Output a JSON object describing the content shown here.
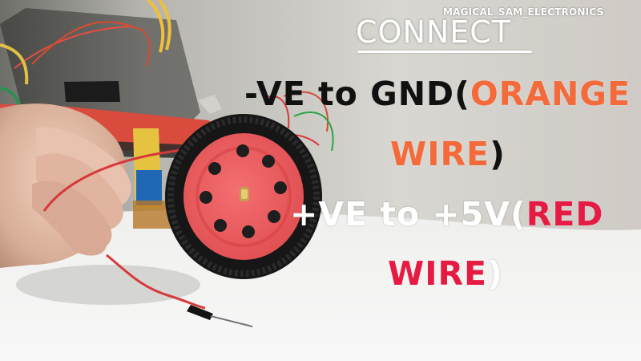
{
  "watermark": "MAGICAL_SAM_ELECTRONICS",
  "caption": {
    "title": "CONNECT",
    "line1_prefix": "-VE to GND(",
    "line1_color_word": "ORANGE",
    "line2_color_word": "WIRE",
    "line2_close": ")",
    "line3_prefix": "+VE to +5V(",
    "line3_color_word": "RED",
    "line4_color_word": "WIRE",
    "line4_close": ")"
  },
  "colors": {
    "wheel": "#ef5e5e",
    "tyre": "#1a1a1a",
    "orange_text": "#f46a3a",
    "red_text": "#e51b43",
    "wire": "#d83a34"
  }
}
